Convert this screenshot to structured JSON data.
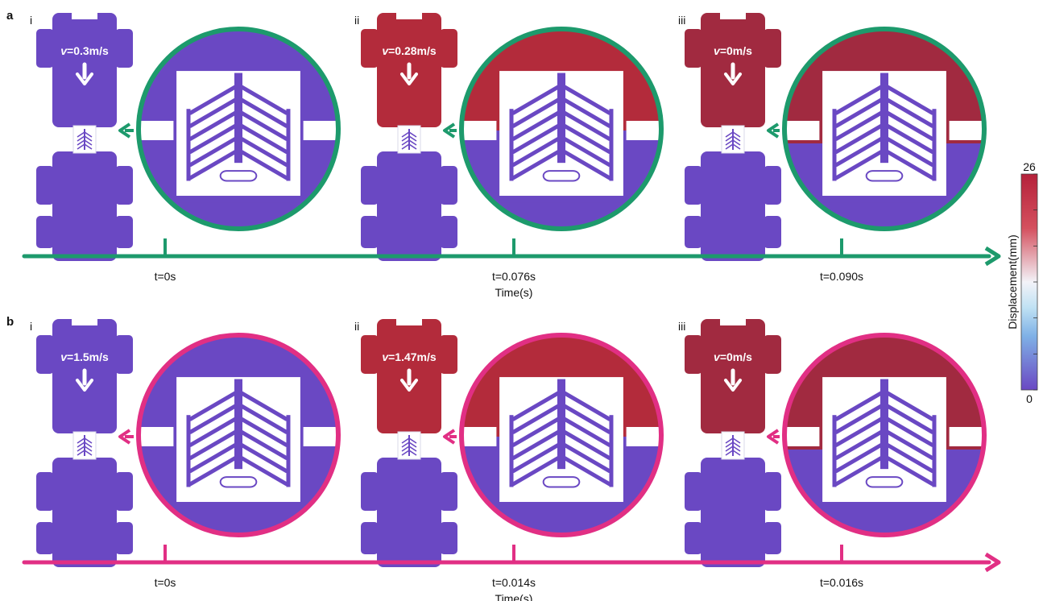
{
  "colors": {
    "purple": "#6a48c3",
    "red": "#b32b3b",
    "dark_red": "#a12a40",
    "green": "#1d9a6c",
    "pink": "#e12f84",
    "white": "#ffffff"
  },
  "colorbar": {
    "max_label": "26",
    "min_label": "0",
    "axis_label": "Displacement(mm)"
  },
  "rows": [
    {
      "id": "a",
      "label": "a",
      "color": "#1d9a6c",
      "axis_label": "Time(s)",
      "panels": [
        {
          "roman": "i",
          "velocity_label": "v=0.3m/s",
          "v_symbol": "v",
          "v_value": "=0.3m/s",
          "time": "t=0s",
          "top_state": "purple"
        },
        {
          "roman": "ii",
          "velocity_label": "v=0.28m/s",
          "v_symbol": "v",
          "v_value": "=0.28m/s",
          "time": "t=0.076s",
          "top_state": "red"
        },
        {
          "roman": "iii",
          "velocity_label": "v=0m/s",
          "v_symbol": "v",
          "v_value": "=0m/s",
          "time": "t=0.090s",
          "top_state": "dark_red"
        }
      ]
    },
    {
      "id": "b",
      "label": "b",
      "color": "#e12f84",
      "axis_label": "Time(s)",
      "panels": [
        {
          "roman": "i",
          "velocity_label": "v=1.5m/s",
          "v_symbol": "v",
          "v_value": "=1.5m/s",
          "time": "t=0s",
          "top_state": "purple"
        },
        {
          "roman": "ii",
          "velocity_label": "v=1.47m/s",
          "v_symbol": "v",
          "v_value": "=1.47m/s",
          "time": "t=0.014s",
          "top_state": "red"
        },
        {
          "roman": "iii",
          "velocity_label": "v=0m/s",
          "v_symbol": "v",
          "v_value": "=0m/s",
          "time": "t=0.016s",
          "top_state": "dark_red"
        }
      ]
    }
  ]
}
